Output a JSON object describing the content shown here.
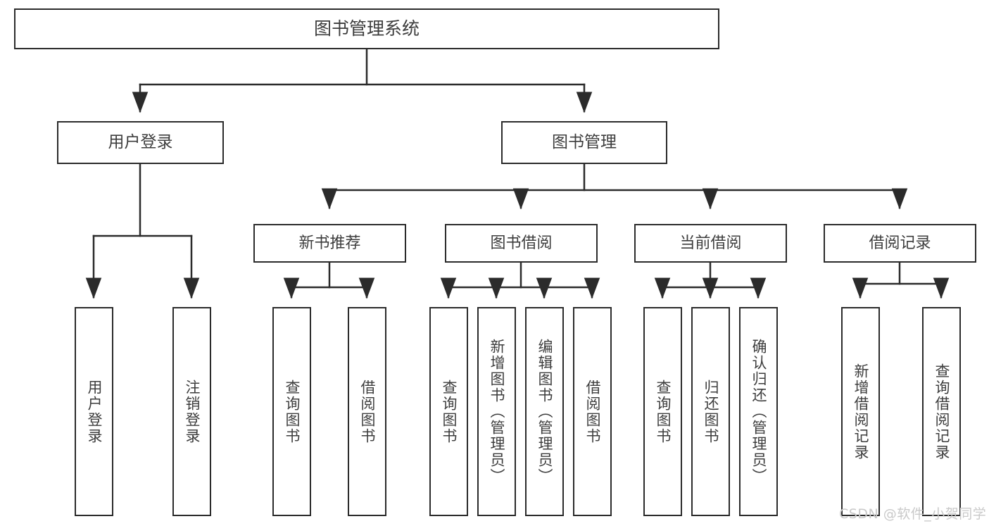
{
  "diagram": {
    "type": "tree-hierarchy",
    "title": "图书管理系统",
    "orientation": "top-down",
    "colors": {
      "box_stroke": "#2b2b2b",
      "box_fill": "#ffffff",
      "text": "#3d3d3d",
      "connector": "#2b2b2b",
      "background": "#ffffff",
      "watermark": "#c9c9c9"
    },
    "root": {
      "label": "图书管理系统"
    },
    "level2": [
      {
        "label": "用户登录"
      },
      {
        "label": "图书管理"
      }
    ],
    "level3": [
      {
        "label": "新书推荐"
      },
      {
        "label": "图书借阅"
      },
      {
        "label": "当前借阅"
      },
      {
        "label": "借阅记录"
      }
    ],
    "leaves": {
      "user_login": [
        {
          "label": "用户登录"
        },
        {
          "label": "注销登录"
        }
      ],
      "new_book_recommend": [
        {
          "label": "查询图书"
        },
        {
          "label": "借阅图书"
        }
      ],
      "book_borrow": [
        {
          "label": "查询图书"
        },
        {
          "label": "新增图书（管理员）"
        },
        {
          "label": "编辑图书（管理员）"
        },
        {
          "label": "借阅图书"
        }
      ],
      "current_borrow": [
        {
          "label": "查询图书"
        },
        {
          "label": "归还图书"
        },
        {
          "label": "确认归还（管理员）"
        }
      ],
      "borrow_record": [
        {
          "label": "新增借阅记录"
        },
        {
          "label": "查询借阅记录"
        }
      ]
    }
  },
  "watermark": {
    "text": "CSDN @软件_小贺同学"
  }
}
